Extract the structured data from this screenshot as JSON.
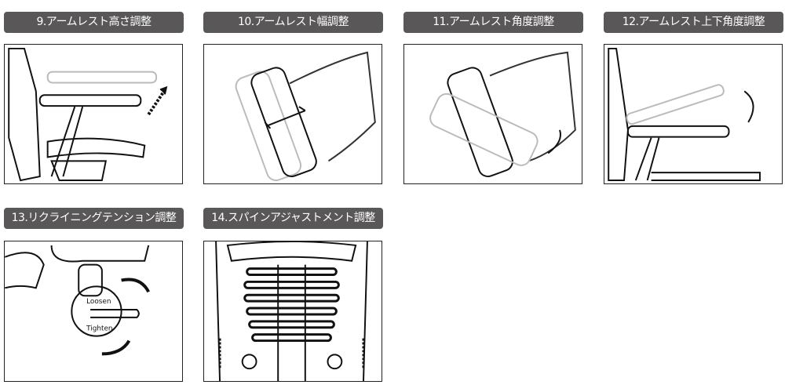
{
  "items": [
    {
      "label": "9.アームレスト高さ調整",
      "icon": "armrest-height-illustration"
    },
    {
      "label": "10.アームレスト幅調整",
      "icon": "armrest-width-illustration"
    },
    {
      "label": "11.アームレスト角度調整",
      "icon": "armrest-angle-illustration"
    },
    {
      "label": "12.アームレスト上下角度調整",
      "icon": "armrest-tilt-illustration"
    },
    {
      "label": "13.リクライニングテンション調整",
      "icon": "recline-tension-illustration",
      "knob_top": "Loosen",
      "knob_bottom": "Tighten"
    },
    {
      "label": "14.スパインアジャストメント調整",
      "icon": "spine-adjustment-illustration"
    }
  ]
}
